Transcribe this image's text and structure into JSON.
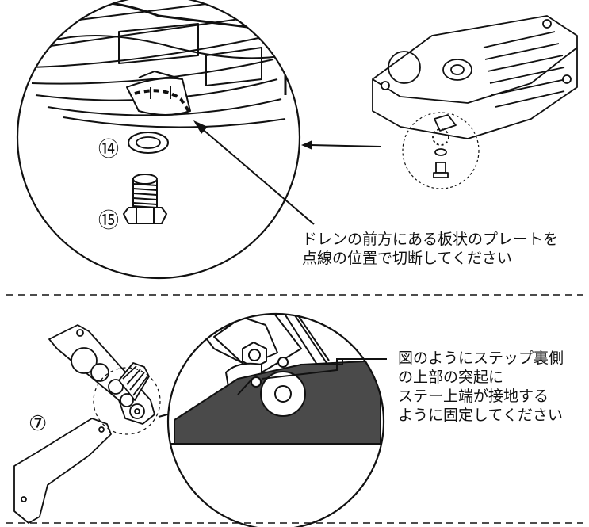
{
  "instructions": {
    "cut_plate_lines": [
      "ドレンの前方にある板状のプレートを",
      "点線の位置で切断してください"
    ],
    "bracket_contact_lines": [
      "図のようにステップ裏側",
      "の上部の突起に",
      "ステー上端が接地する",
      "ように固定してください"
    ]
  },
  "part_numbers": {
    "washer": "⑭",
    "drain_bolt": "⑮",
    "stay": "⑦"
  },
  "colors": {
    "line": "#111111",
    "stay_fill": "#4a4a4a",
    "background": "#ffffff"
  }
}
